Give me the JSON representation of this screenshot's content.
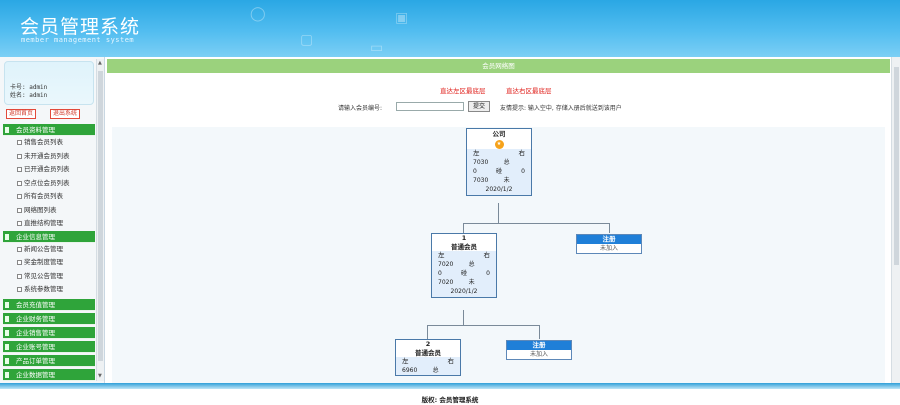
{
  "header": {
    "title": "会员管理系统",
    "subtitle": "member management system"
  },
  "sidebar": {
    "user_line": "卡号: admin",
    "name_line": "姓名: admin",
    "home_button": "返回首页",
    "logout_button": "退出系统",
    "groups": [
      {
        "label": "会员资料管理",
        "items": [
          "销售会员列表",
          "未开通会员列表",
          "已开通会员列表",
          "空点位会员列表",
          "所有会员列表",
          "网络图列表",
          "直推结构管理"
        ]
      },
      {
        "label": "企业信息管理",
        "items": [
          "新闻公告管理",
          "奖金制度管理",
          "常见公告管理",
          "系统参数管理"
        ]
      },
      {
        "label": "会员充值管理",
        "items": []
      },
      {
        "label": "企业财务管理",
        "items": []
      },
      {
        "label": "企业销售管理",
        "items": []
      },
      {
        "label": "企业账号管理",
        "items": []
      },
      {
        "label": "产品订单管理",
        "items": []
      },
      {
        "label": "企业数据管理",
        "items": []
      }
    ]
  },
  "main": {
    "title": "会员网络图",
    "link_left": "直达左区最底层",
    "link_right": "直达右区最底层",
    "search_label": "请输入会员编号:",
    "search_value": "",
    "search_button": "提交",
    "hint": "友情提示: 输入空中, 存储入册后就送到该用户",
    "tree": {
      "root": {
        "title": "公司",
        "icon": "rank-badge-icon",
        "left_label": "左",
        "right_label": "右",
        "r1": [
          "7030",
          "总",
          ""
        ],
        "r2": [
          "0",
          "碰",
          "0"
        ],
        "r3": [
          "7030",
          "未",
          ""
        ],
        "date": "2020/1/2"
      },
      "child1": {
        "num": "1",
        "title": "普通会员",
        "left_label": "左",
        "right_label": "右",
        "r1": [
          "7020",
          "总",
          ""
        ],
        "r2": [
          "0",
          "碰",
          "0"
        ],
        "r3": [
          "7020",
          "未",
          ""
        ],
        "date": "2020/1/2"
      },
      "reg1": {
        "top": "注册",
        "bottom": "未加入"
      },
      "child2": {
        "num": "2",
        "title": "普通会员",
        "left_label": "左",
        "right_label": "右",
        "r1": [
          "6960",
          "总",
          ""
        ]
      },
      "reg2": {
        "top": "注册",
        "bottom": "未加入"
      }
    }
  },
  "footer": {
    "text": "版权: 会员管理系统"
  },
  "colors": {
    "header": "#2aa7e4",
    "menu_group": "#2fa43a",
    "title_bar": "#9bd27d",
    "link_red": "#e0211c",
    "register_blue": "#1f7fd8"
  }
}
